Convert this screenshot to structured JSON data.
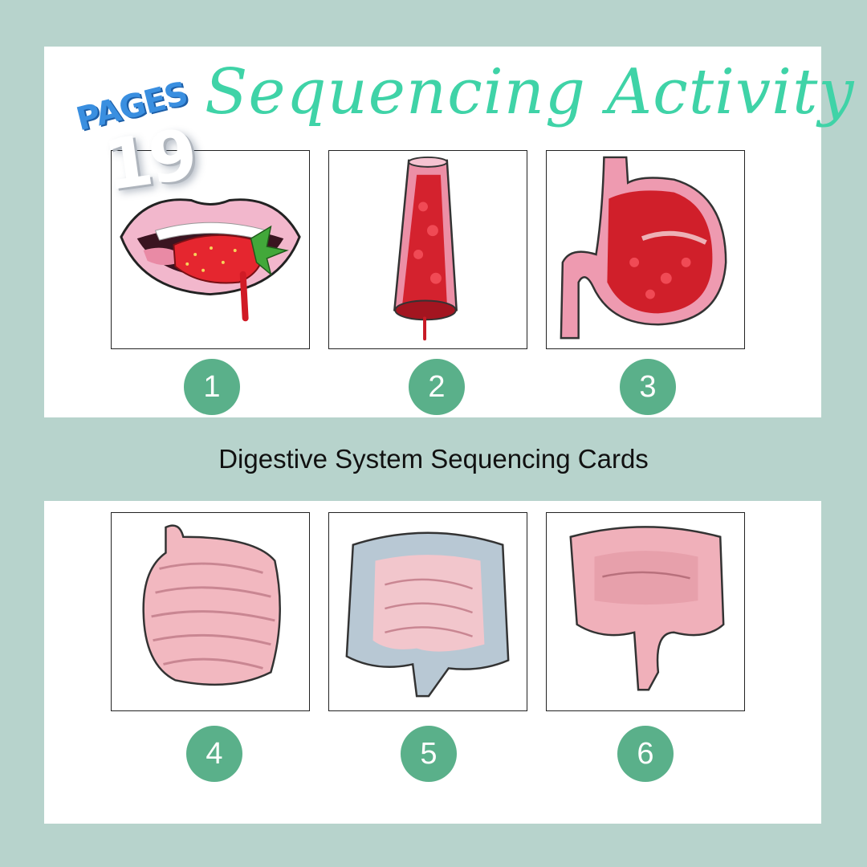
{
  "badge": {
    "label": "PAGES",
    "count": "19"
  },
  "title": "Sequencing Activity",
  "subtitle": "Digestive System Sequencing Cards",
  "cards": [
    {
      "number": "1",
      "icon": "mouth-strawberry-icon"
    },
    {
      "number": "2",
      "icon": "esophagus-icon"
    },
    {
      "number": "3",
      "icon": "stomach-icon"
    },
    {
      "number": "4",
      "icon": "small-intestine-icon"
    },
    {
      "number": "5",
      "icon": "large-intestine-blue-icon"
    },
    {
      "number": "6",
      "icon": "large-intestine-pink-icon"
    }
  ],
  "colors": {
    "background": "#b7d3cc",
    "title": "#3fd3a7",
    "number_badge": "#5ab08a",
    "badge_blue": "#3a8fe0"
  }
}
